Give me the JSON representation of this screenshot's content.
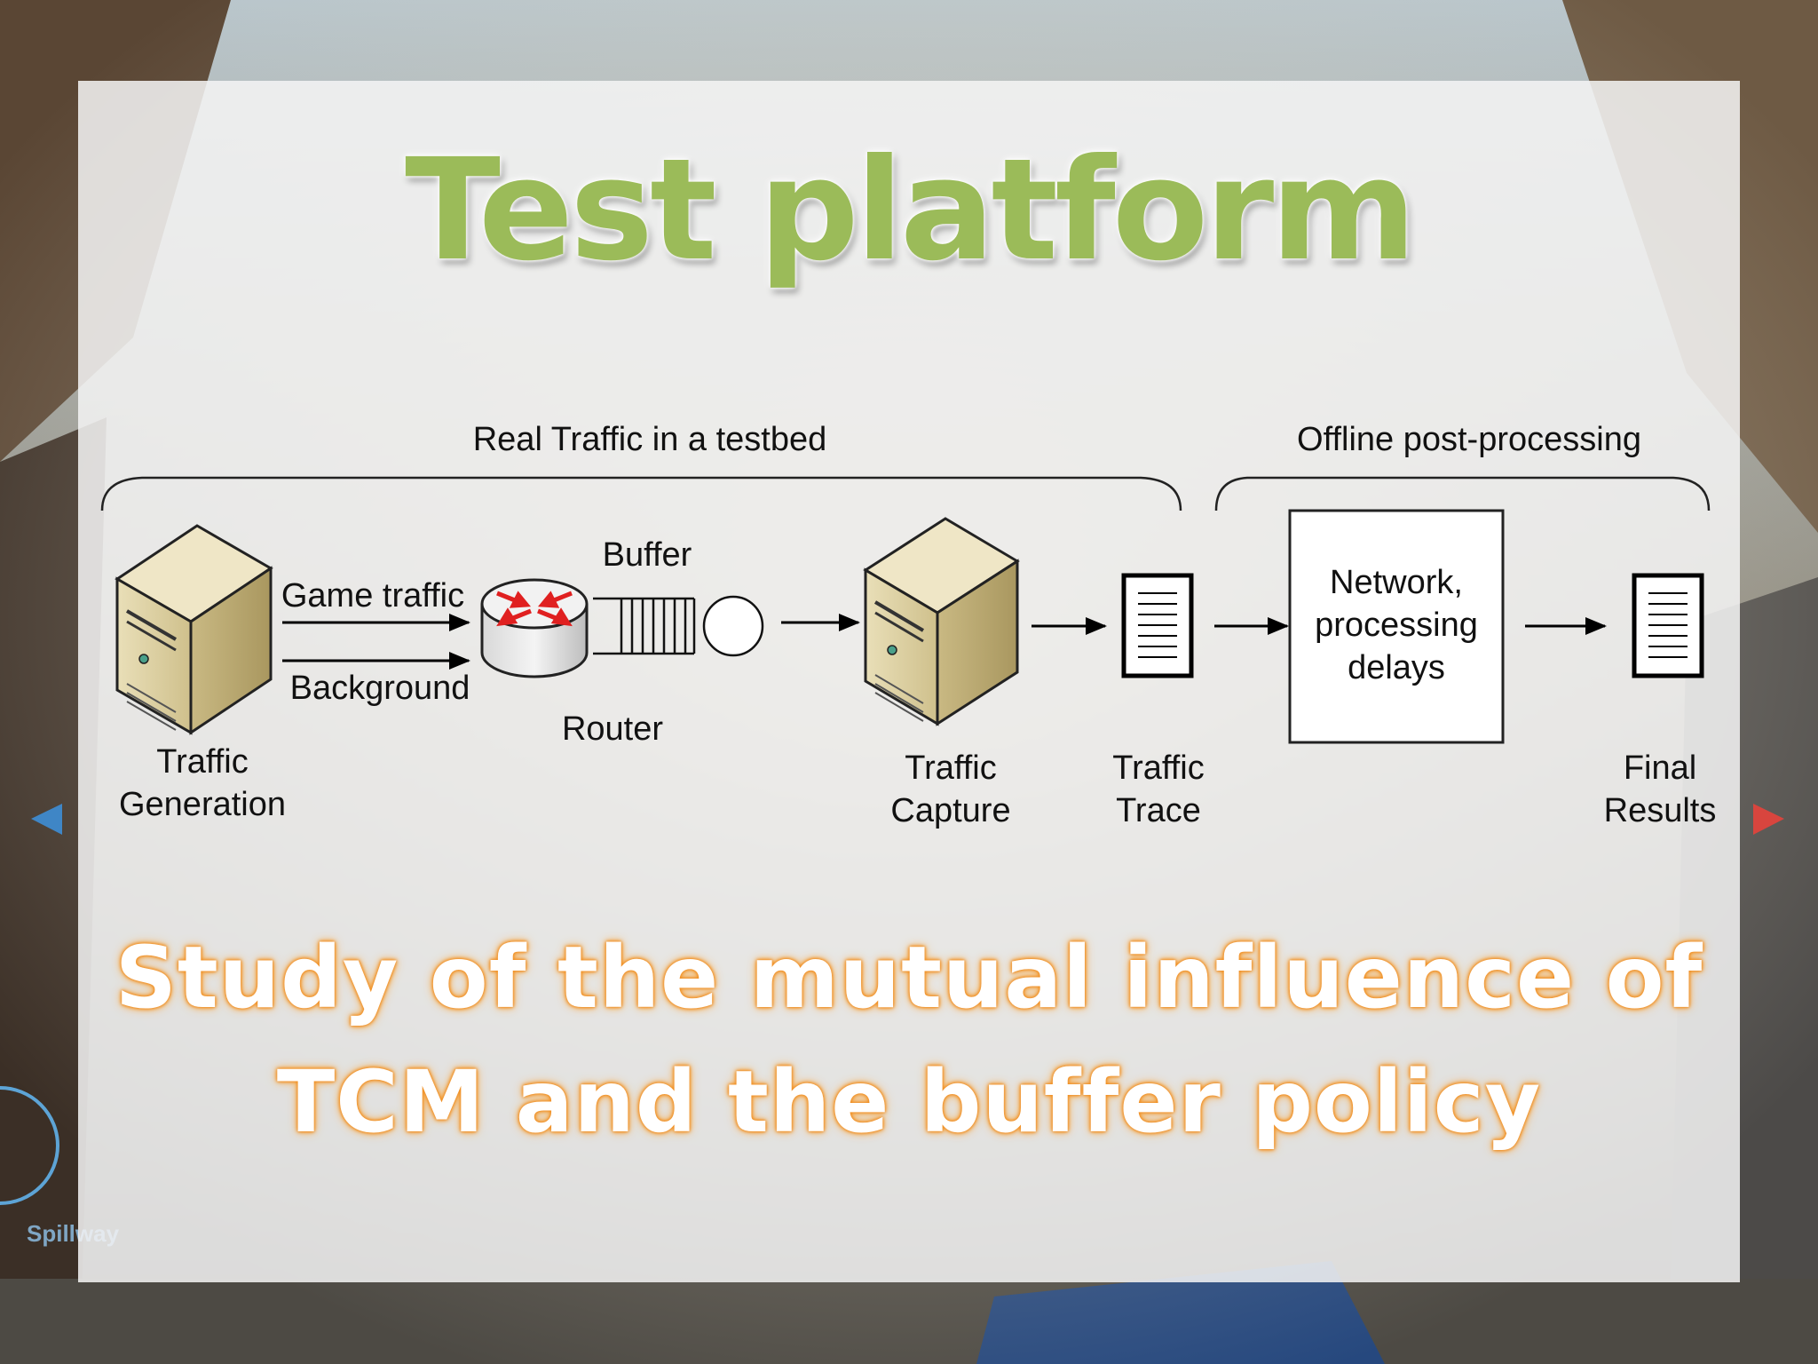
{
  "slide": {
    "title": "Test platform",
    "subtitle_line1": "Study of the mutual influence of",
    "subtitle_line2": "TCM and the buffer policy"
  },
  "diagram": {
    "group_left": "Real Traffic in a testbed",
    "group_right": "Offline post-processing",
    "game_traffic": "Game traffic",
    "background": "Background",
    "buffer": "Buffer",
    "router": "Router",
    "traffic_generation": [
      "Traffic",
      "Generation"
    ],
    "traffic_capture": [
      "Traffic",
      "Capture"
    ],
    "traffic_trace": [
      "Traffic",
      "Trace"
    ],
    "processing_box": [
      "Network,",
      "processing",
      "delays"
    ],
    "final_results": [
      "Final",
      "Results"
    ]
  },
  "background_hud": {
    "map_name": "Spillway"
  },
  "colors": {
    "title_green": "#9bbb59",
    "subtitle_orange": "#f08c1e",
    "router_arrows": "#e02020"
  }
}
